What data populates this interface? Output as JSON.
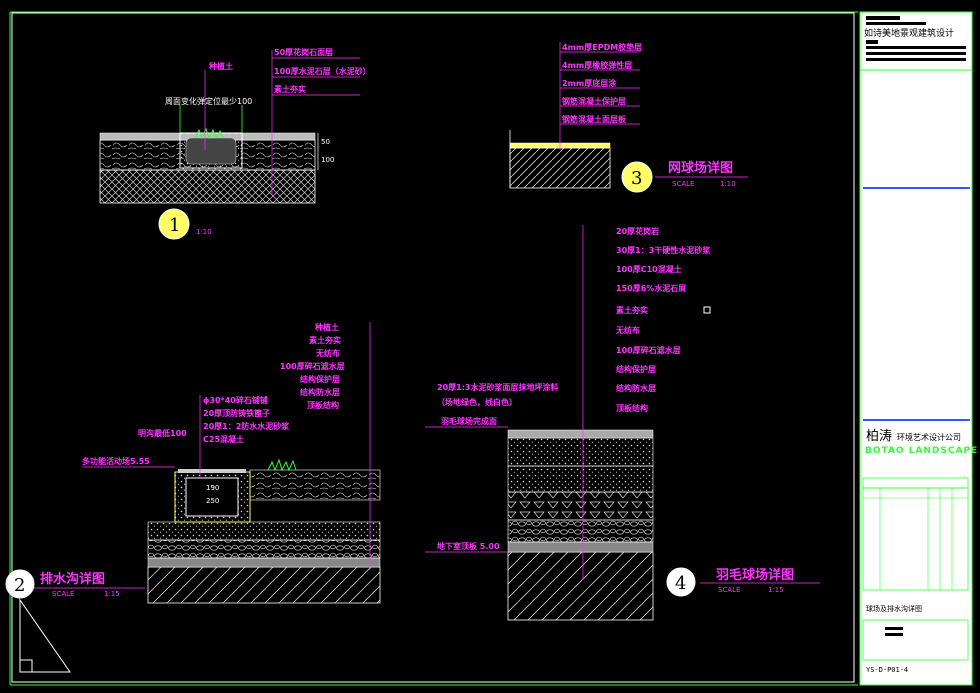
{
  "detail1": {
    "labels": [
      "种植土",
      "50厚花岗石面层",
      "100厚水泥石层（水泥砂）",
      "素土夯实"
    ],
    "note": "周面变化弹定位最少100",
    "dims": [
      "50",
      "100"
    ],
    "number": "1",
    "scale": "1:10"
  },
  "detail2": {
    "labels_right": [
      "种植土",
      "素土夯实",
      "无纺布",
      "100厚碎石滤水层",
      "结构保护层",
      "结构防水层",
      "顶板结构"
    ],
    "labels_mid": [
      "ϕ30*40碎石铺铺",
      "20厚顶防铸铁篦子",
      "20厚1：2防水水泥砂浆",
      "C25混凝土"
    ],
    "label_gap": "明沟最低100",
    "label_level": "多功能活动场5.55",
    "dims": [
      "250",
      "190"
    ],
    "number": "2",
    "title": "排水沟详图",
    "scale_label": "SCALE",
    "scale": "1:15"
  },
  "detail3": {
    "labels": [
      "4mm厚EPDM胶垫层",
      "4mm厚橡胶弹性层",
      "2mm厚底层涂",
      "钢筋混凝土保护层",
      "钢筋混凝土面层板"
    ],
    "number": "3",
    "title": "网球场详图",
    "scale_label": "SCALE",
    "scale": "1:10"
  },
  "detail4": {
    "labels": [
      "20厚花岗岩",
      "30厚1：3干硬性水泥砂浆",
      "100厚C10混凝土",
      "150厚6%水泥石屑",
      "素土夯实",
      "无纺布",
      "100厚碎石滤水层",
      "结构保护层",
      "结构防水层",
      "顶板结构"
    ],
    "label_coat1": "20厚1:3水泥砂浆面层抹地坪涂料",
    "label_coat2": "（场地绿色，线白色）",
    "label_edge": "羽毛球场完成面",
    "label_base": "地下室顶板 5.00",
    "number": "4",
    "title": "羽毛球场详图",
    "scale_label": "SCALE",
    "scale": "1:15"
  },
  "titleblock": {
    "company_top": "如诗美地景观建筑设计",
    "company_cn": "柏涛",
    "company_cn_sub": "环境艺术设计公司",
    "company_en": "BOTAO LANDSCAPE",
    "drawing_name": "球场及排水沟详图",
    "drawing_no": "YS-D-P01-4"
  }
}
